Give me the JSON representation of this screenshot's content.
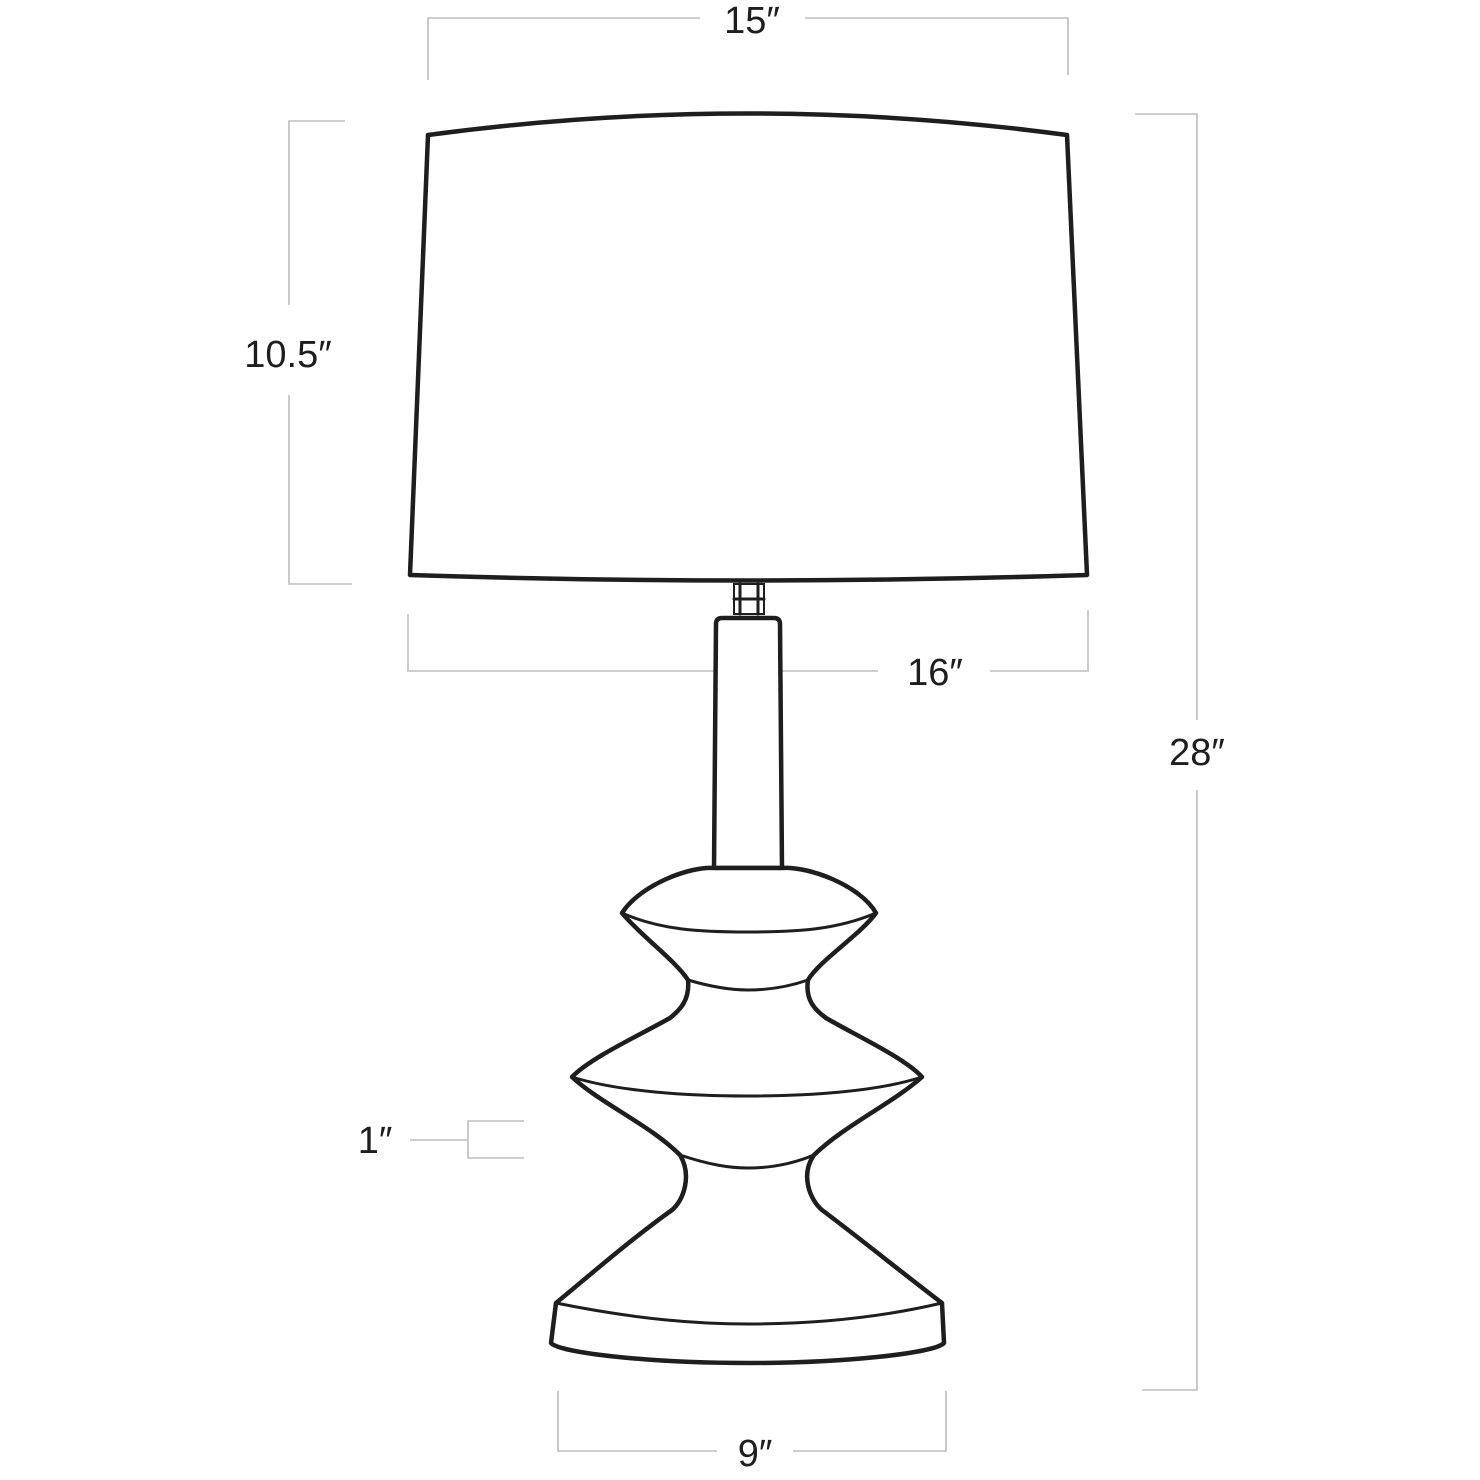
{
  "dimensions": {
    "shade_top_width": "15″",
    "shade_height": "10.5″",
    "shade_bottom_width": "16″",
    "overall_height": "28″",
    "base_height": "1″",
    "base_width": "9″"
  },
  "colors": {
    "outline": "#1e1e1e",
    "dimension_line": "#bdbdbd",
    "background": "#ffffff"
  }
}
